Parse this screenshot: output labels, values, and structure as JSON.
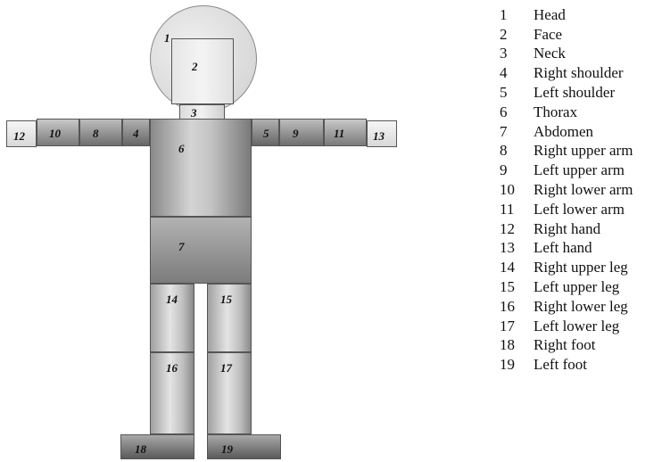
{
  "body_parts": [
    {
      "num": "1",
      "name": "Head"
    },
    {
      "num": "2",
      "name": "Face"
    },
    {
      "num": "3",
      "name": "Neck"
    },
    {
      "num": "4",
      "name": "Right shoulder"
    },
    {
      "num": "5",
      "name": "Left shoulder"
    },
    {
      "num": "6",
      "name": "Thorax"
    },
    {
      "num": "7",
      "name": "Abdomen"
    },
    {
      "num": "8",
      "name": "Right upper arm"
    },
    {
      "num": "9",
      "name": "Left upper arm"
    },
    {
      "num": "10",
      "name": "Right lower arm"
    },
    {
      "num": "11",
      "name": "Left lower arm"
    },
    {
      "num": "12",
      "name": "Right hand"
    },
    {
      "num": "13",
      "name": "Left hand"
    },
    {
      "num": "14",
      "name": "Right upper leg"
    },
    {
      "num": "15",
      "name": "Left upper leg"
    },
    {
      "num": "16",
      "name": "Right lower leg"
    },
    {
      "num": "17",
      "name": "Left lower leg"
    },
    {
      "num": "18",
      "name": "Right foot"
    },
    {
      "num": "19",
      "name": "Left foot"
    }
  ]
}
